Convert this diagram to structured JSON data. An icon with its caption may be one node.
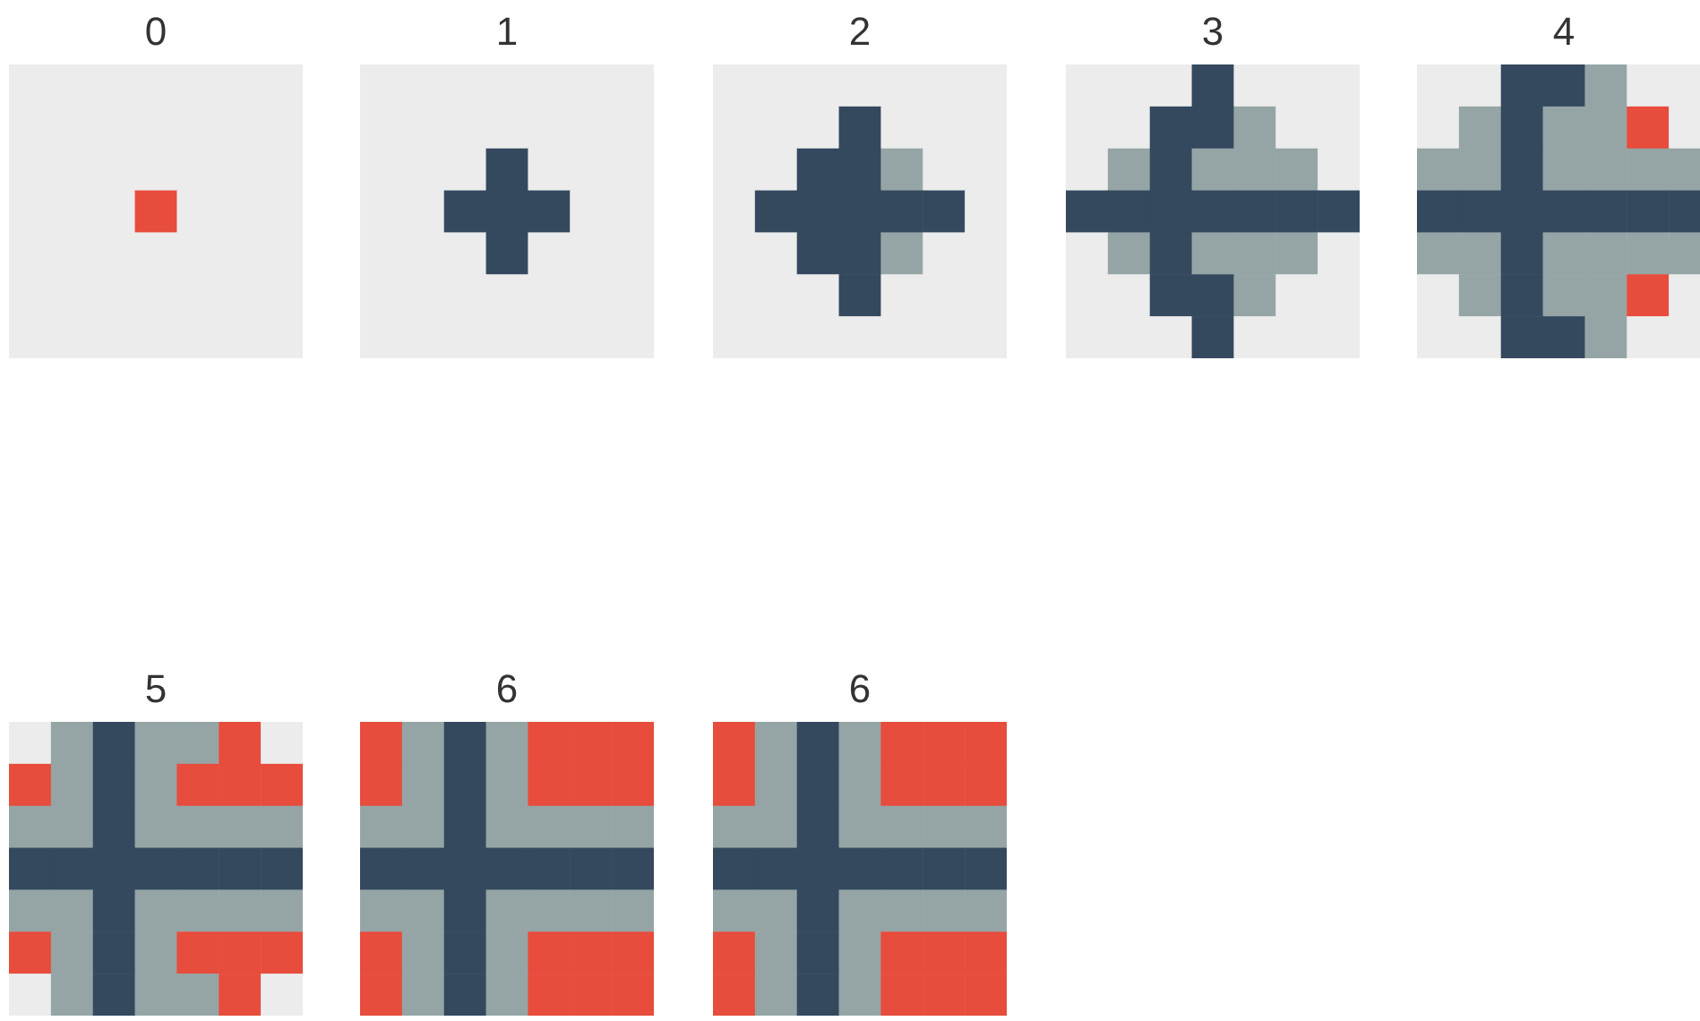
{
  "diagram": {
    "nodes": [
      {
        "text": [
          "0"
        ]
      },
      {
        "text": [
          "1"
        ]
      },
      {
        "text": [
          "2"
        ]
      },
      {
        "text": [
          "3"
        ]
      },
      {
        "text": [
          "4"
        ]
      },
      {
        "text": [
          "5"
        ]
      },
      {
        "text": [
          "6"
        ]
      },
      {
        "text": [
          "6"
        ]
      }
    ]
  }
}
